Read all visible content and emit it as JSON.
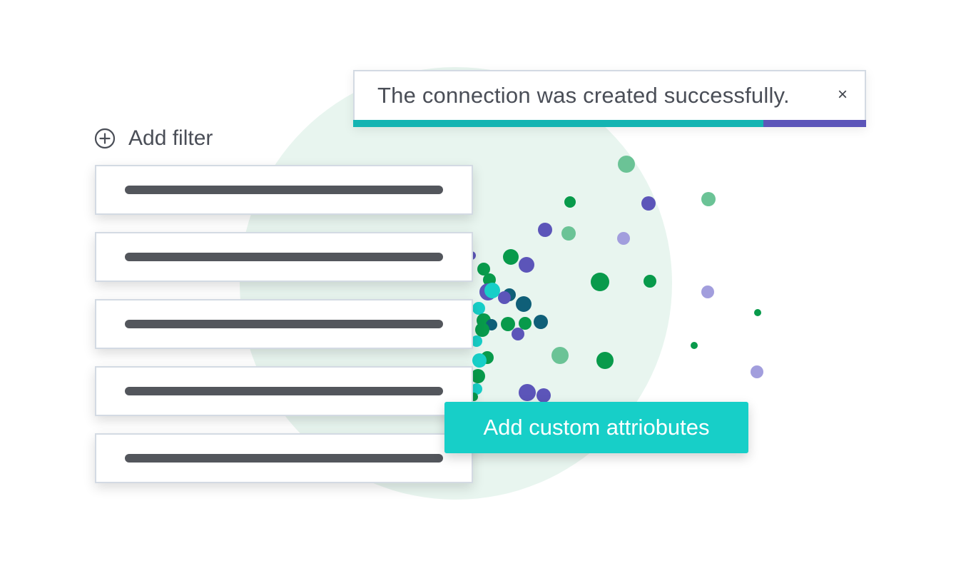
{
  "notification": {
    "message": "The connection was created successfully.",
    "close_label": "×",
    "progress": 0.8
  },
  "add_filter": {
    "label": "Add filter",
    "icon": "plus-circle-icon"
  },
  "filters": [
    {
      "id": "filter-1"
    },
    {
      "id": "filter-2"
    },
    {
      "id": "filter-3"
    },
    {
      "id": "filter-4"
    },
    {
      "id": "filter-5"
    }
  ],
  "cta": {
    "label": "Add custom attriobutes"
  },
  "colors": {
    "background_circle": "#e8f5ef",
    "teal": "#14b4b2",
    "cta_teal": "#17cfc8",
    "purple": "#5c55b9",
    "green": "#089a4b",
    "light_green": "#6bc396",
    "lavender": "#a29edd",
    "dark_teal": "#0f5f78",
    "text": "#4a4e57",
    "border": "#d3dae3",
    "placeholder_bar": "#53565c"
  }
}
